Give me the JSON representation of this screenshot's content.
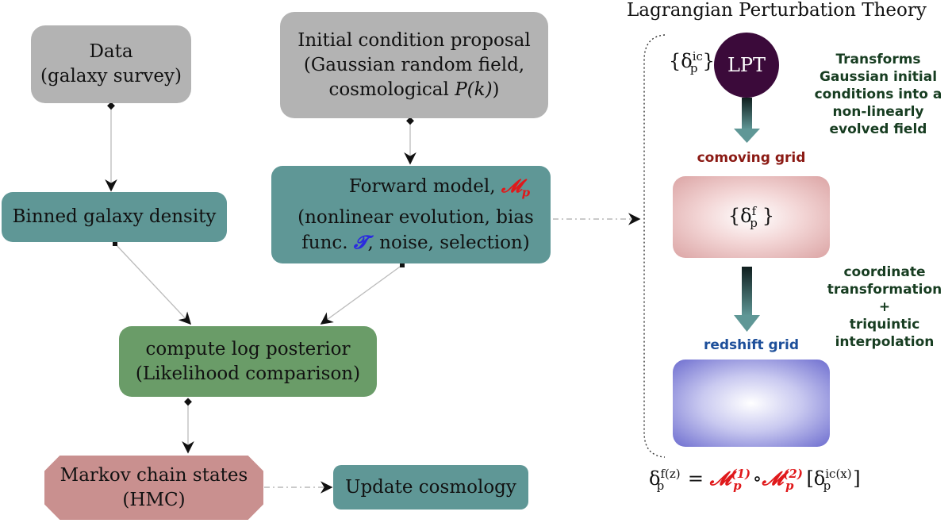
{
  "nodes": {
    "data": {
      "line1": "Data",
      "line2": "(galaxy survey)"
    },
    "ic": {
      "line1": "Initial condition proposal",
      "line2": "(Gaussian random field,",
      "line3_pre": "cosmological ",
      "line3_math": "P(k)",
      "line3_post": ")"
    },
    "binned": {
      "label": "Binned galaxy density"
    },
    "forward": {
      "line1_pre": "Forward model, ",
      "line1_sym": "𝓜",
      "line1_sub": "p",
      "line2": "(nonlinear evolution, bias",
      "line3_pre": "func. ",
      "line3_sym": "𝓣",
      "line3_post": ", noise, selection)"
    },
    "posterior": {
      "line1": "compute log posterior",
      "line2": "(Likelihood comparison)"
    },
    "markov": {
      "line1": "Markov chain states",
      "line2": "(HMC)"
    },
    "update": {
      "label": "Update cosmology"
    }
  },
  "panel": {
    "title": "Lagrangian Perturbation Theory",
    "lpt_label": "LPT",
    "ic_symbol": "{δ",
    "ic_sup": "ic",
    "ic_sub": "p",
    "close_brace": "}",
    "transforms_lines": [
      "Transforms",
      "Gaussian initial",
      "conditions into a",
      "non-linearly",
      "evolved field"
    ],
    "comoving_label": "comoving grid",
    "comoving_symbol": "{δ",
    "comoving_sup": "f",
    "comoving_sub": "p",
    "coord_lines": [
      "coordinate",
      "transformation",
      "+",
      "triquintic",
      "interpolation"
    ],
    "redshift_label": "redshift grid",
    "equation": {
      "lhs": "δ",
      "lhs_sup": "f(z)",
      "lhs_sub": "p",
      "eq": " = ",
      "m1": "𝓜",
      "m1_sup": "(1)",
      "m1_sub": "p",
      "comp": "∘",
      "m2": "𝓜",
      "m2_sup": "(2)",
      "m2_sub": "p",
      "rhs": "[δ",
      "rhs_sup": "ic(x)",
      "rhs_sub": "p",
      "rhs_close": "]"
    }
  },
  "colors": {
    "gray": "#b3b3b3",
    "teal": "#5f9796",
    "green": "#6a9c68",
    "rose": "#c9908f",
    "accent_red": "#e0191b",
    "accent_blue": "#2a2ae0",
    "comoving_label": "#8b1a14",
    "redshift_label": "#1d4f9a",
    "annotation_green": "#173d21"
  }
}
